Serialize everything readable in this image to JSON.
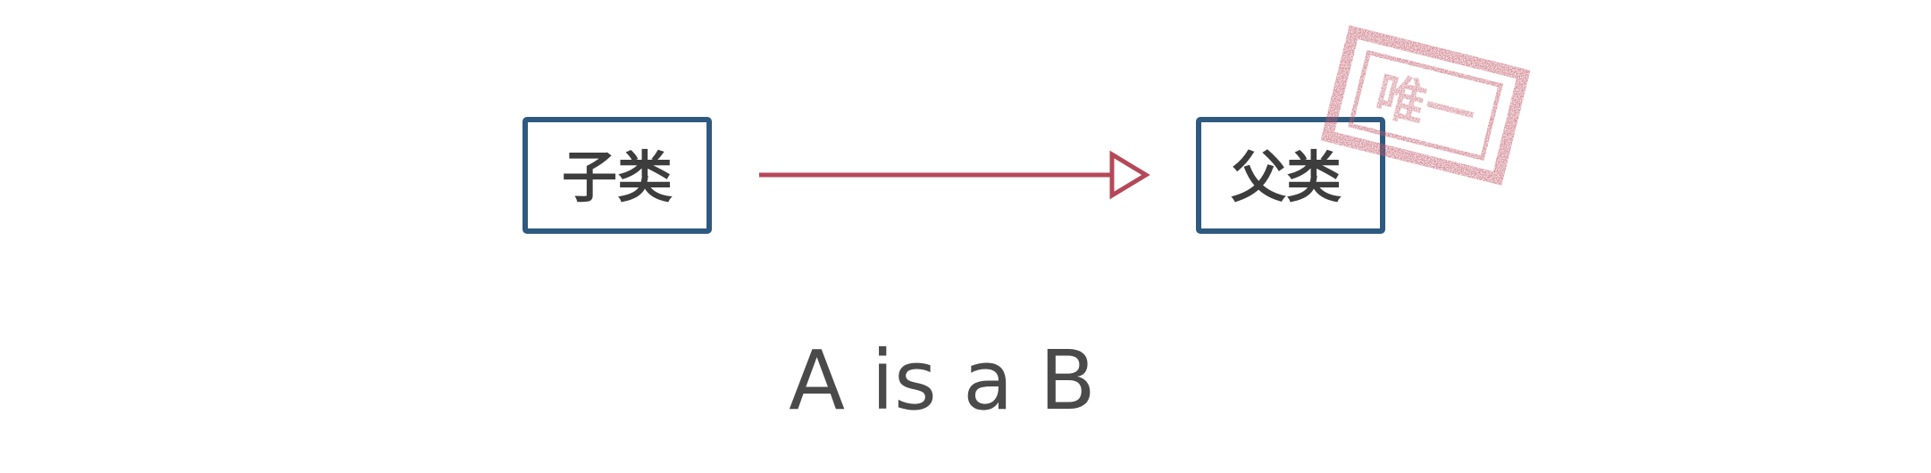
{
  "diagram": {
    "subclass_label": "子类",
    "parent_label": "父类",
    "stamp_label": "唯一",
    "caption": "A is a B"
  },
  "colors": {
    "box_border": "#2e5a80",
    "arrow": "#b54858",
    "stamp": "#c25a6a",
    "label_text": "#3d3d3d",
    "caption_text": "#4a4a4a"
  },
  "icons": {
    "arrow_head": "hollow-triangle-arrowhead-icon",
    "stamp": "rubber-stamp-icon"
  }
}
